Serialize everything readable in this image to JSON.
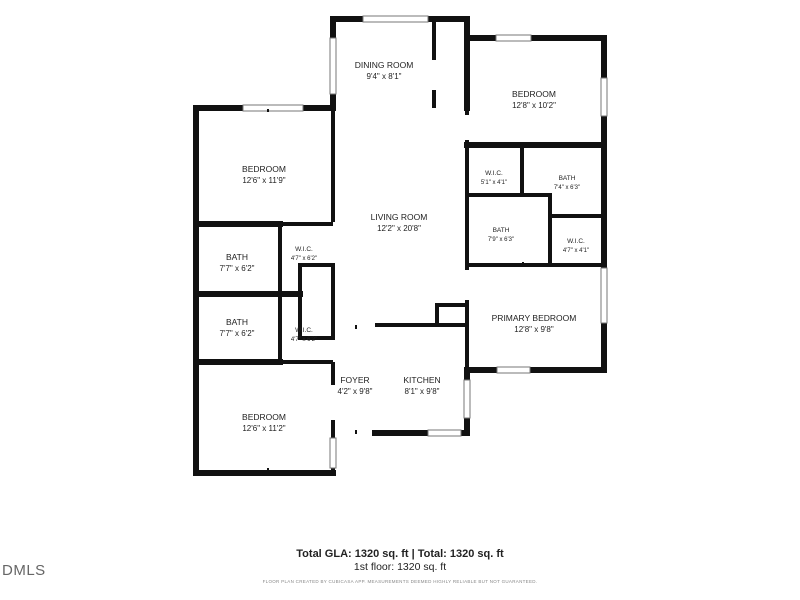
{
  "rooms": {
    "dining": {
      "name": "DINING ROOM",
      "dims": "9'4\" x 8'1\""
    },
    "bedroom_ne": {
      "name": "BEDROOM",
      "dims": "12'8\" x 10'2\""
    },
    "bedroom_nw": {
      "name": "BEDROOM",
      "dims": "12'6\" x 11'9\""
    },
    "living": {
      "name": "LIVING ROOM",
      "dims": "12'2\" x 20'8\""
    },
    "wic_ne": {
      "name": "W.I.C.",
      "dims": "5'1\" x 4'1\""
    },
    "bath_ne": {
      "name": "BATH",
      "dims": "7'4\" x 6'3\""
    },
    "bath_mid": {
      "name": "BATH",
      "dims": "7'9\" x 6'3\""
    },
    "wic_e": {
      "name": "W.I.C.",
      "dims": "4'7\" x 4'1\""
    },
    "bath_w1": {
      "name": "BATH",
      "dims": "7'7\" x 6'2\""
    },
    "wic_w1": {
      "name": "W.I.C.",
      "dims": "4'7\" x 6'2\""
    },
    "bath_w2": {
      "name": "BATH",
      "dims": "7'7\" x 6'2\""
    },
    "wic_w2": {
      "name": "W.I.C.",
      "dims": "4'7\" x 6'2\""
    },
    "primary": {
      "name": "PRIMARY BEDROOM",
      "dims": "12'8\" x 9'8\""
    },
    "foyer": {
      "name": "FOYER",
      "dims": "4'2\" x 9'8\""
    },
    "kitchen": {
      "name": "KITCHEN",
      "dims": "8'1\" x 9'8\""
    },
    "bedroom_sw": {
      "name": "BEDROOM",
      "dims": "12'6\" x 11'2\""
    }
  },
  "summary": {
    "total": "Total GLA: 1320 sq. ft | Total: 1320 sq. ft",
    "floor": "1st floor: 1320 sq. ft"
  },
  "credit": "FLOOR PLAN CREATED BY CUBICASA APP. MEASUREMENTS DEEMED HIGHLY RELIABLE BUT NOT GUARANTEED.",
  "logo": "DMLS",
  "colors": {
    "wall": "#111111",
    "background": "#ffffff"
  }
}
